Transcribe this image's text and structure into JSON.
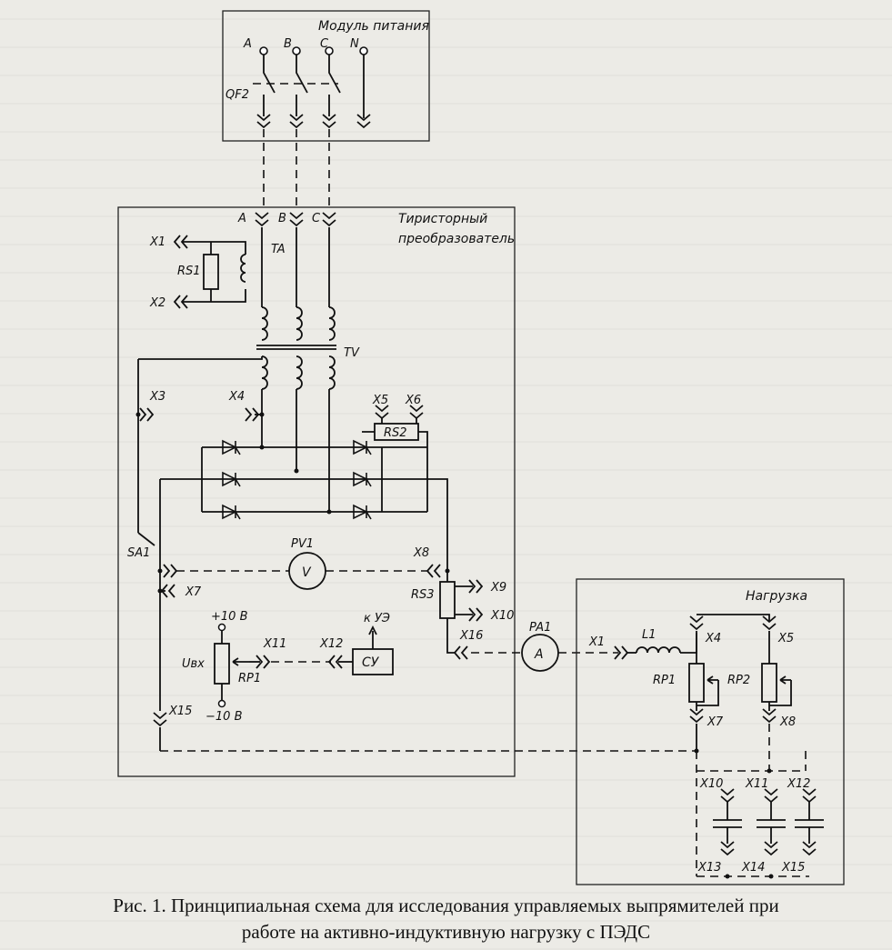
{
  "blocks": {
    "power_module": "Модуль питания",
    "thyristor_converter": [
      "Тиристорный",
      "преобразователь"
    ],
    "load": "Нагрузка"
  },
  "labels": {
    "phase_a": "A",
    "phase_b": "B",
    "phase_c": "C",
    "neutral": "N",
    "qf2": "QF2",
    "conv_a": "A",
    "conv_b": "B",
    "conv_c": "C",
    "ta": "TA",
    "tv": "TV",
    "rs1": "RS1",
    "rs2": "RS2",
    "rs3": "RS3",
    "x1_left": "X1",
    "x2": "X2",
    "x3": "X3",
    "x4_left": "X4",
    "x5_top": "X5",
    "x6": "X6",
    "x7_left": "X7",
    "x8_mid": "X8",
    "x9": "X9",
    "x10_mid": "X10",
    "x11_mid": "X11",
    "x12_mid": "X12",
    "x15_left": "X15",
    "x16": "X16",
    "sa1": "SA1",
    "pv1": "PV1",
    "v_symbol": "V",
    "pa1": "PA1",
    "a_symbol": "A",
    "plus10": "+10 В",
    "minus10": "−10 В",
    "ubx": "Uвх",
    "rp1_left": "RP1",
    "su": "СУ",
    "to_ue": "к УЭ",
    "x1_load": "X1",
    "l1": "L1",
    "x4_load": "X4",
    "x5_load": "X5",
    "rp1_load": "RP1",
    "rp2_load": "RP2",
    "x7_load": "X7",
    "x8_load": "X8",
    "x10_load": "X10",
    "x11_load": "X11",
    "x12_load": "X12",
    "x13": "X13",
    "x14": "X14",
    "x15_load": "X15"
  },
  "caption": {
    "line1": "Рис. 1. Принципиальная схема для исследования управляемых выпрямителей при",
    "line2": "работе на активно-индуктивную нагрузку с ПЭДС"
  }
}
